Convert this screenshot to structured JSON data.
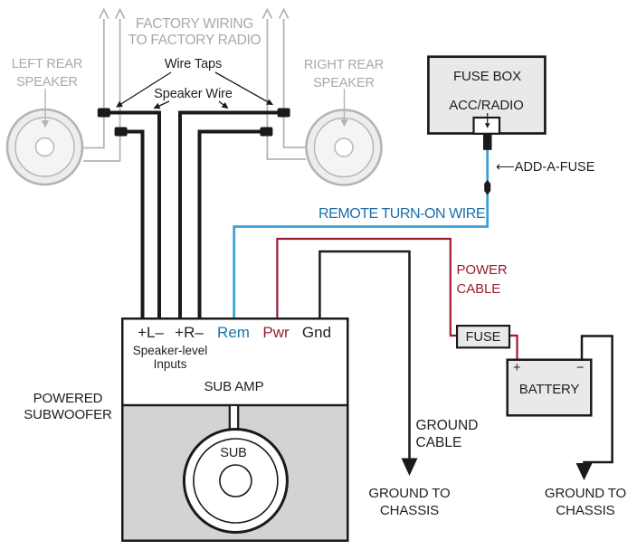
{
  "factory_wiring": {
    "line1": "FACTORY WIRING",
    "line2": "TO FACTORY RADIO"
  },
  "left_speaker": {
    "line1": "LEFT REAR",
    "line2": "SPEAKER"
  },
  "right_speaker": {
    "line1": "RIGHT REAR",
    "line2": "SPEAKER"
  },
  "wire_taps_label": "Wire Taps",
  "speaker_wire_label": "Speaker Wire",
  "fuse_box": {
    "title": "FUSE BOX",
    "slot_label": "ACC/RADIO"
  },
  "add_a_fuse_label": "⟵ADD-A-FUSE",
  "remote_wire_label": "REMOTE TURN-ON WIRE",
  "power_cable": {
    "line1": "POWER",
    "line2": "CABLE"
  },
  "inline_fuse": {
    "label": "FUSE"
  },
  "battery": {
    "label": "BATTERY",
    "plus": "+",
    "minus": "−"
  },
  "amp": {
    "terminals": [
      {
        "label": "+L–",
        "color": "black"
      },
      {
        "label": "+R–",
        "color": "black"
      },
      {
        "label": "Rem",
        "color": "blue"
      },
      {
        "label": "Pwr",
        "color": "red"
      },
      {
        "label": "Gnd",
        "color": "black"
      }
    ],
    "speaker_level": {
      "line1": "Speaker-level",
      "line2": "Inputs"
    },
    "name": "SUB AMP",
    "sub_label": "SUB"
  },
  "powered_subwoofer": {
    "line1": "POWERED",
    "line2": "SUBWOOFER"
  },
  "ground_cable": {
    "line1": "GROUND",
    "line2": "CABLE"
  },
  "ground_chassis_left": {
    "line1": "GROUND TO",
    "line2": "CHASSIS"
  },
  "ground_chassis_right": {
    "line1": "GROUND TO",
    "line2": "CHASSIS"
  },
  "colors": {
    "blue_wire": "#3aa0d4",
    "blue_text": "#1b6fa9",
    "power_red": "#9c1b33",
    "line_black": "#1a1a1a",
    "gray_wire": "#b4b4b4",
    "gray_text": "#a9a9a9",
    "box_fill": "#e9e9e9",
    "sub_gray": "#d3d3d3"
  }
}
